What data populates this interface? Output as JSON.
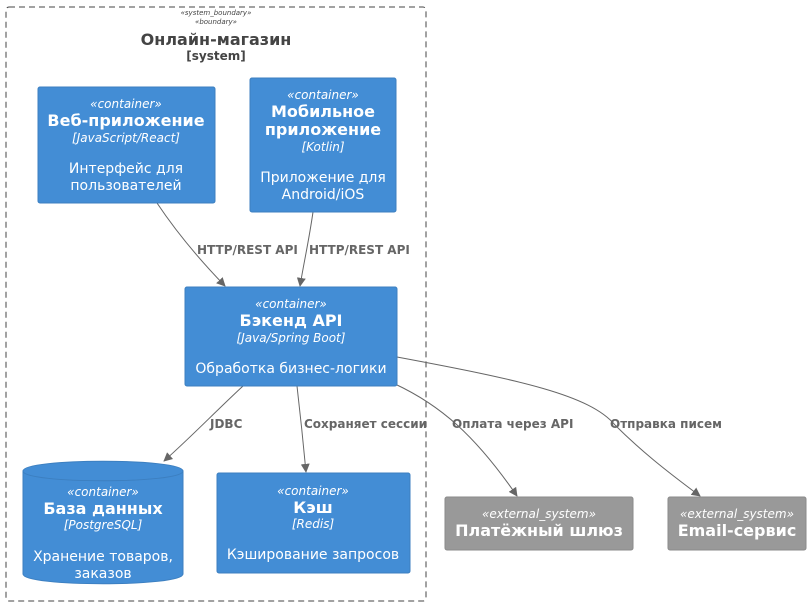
{
  "colors": {
    "container": "#438DD5",
    "container_border": "#3C7FC0",
    "external": "#999999",
    "external_border": "#8A8A8A",
    "edge": "#666666",
    "boundary": "#444444"
  },
  "boundary": {
    "stereotype1": "«system_boundary»",
    "stereotype2": "«boundary»",
    "title": "Онлайн-магазин",
    "subtitle": "[system]"
  },
  "nodes": {
    "web": {
      "stereotype": "«container»",
      "title": "Веб-приложение",
      "tech": "[JavaScript/React]",
      "desc1": "Интерфейс для",
      "desc2": "пользователей"
    },
    "mobile": {
      "stereotype": "«container»",
      "title1": "Мобильное",
      "title2": "приложение",
      "tech": "[Kotlin]",
      "desc1": "Приложение для",
      "desc2": "Android/iOS"
    },
    "backend": {
      "stereotype": "«container»",
      "title": "Бэкенд API",
      "tech": "[Java/Spring Boot]",
      "desc": "Обработка бизнес-логики"
    },
    "db": {
      "stereotype": "«container»",
      "title": "База данных",
      "tech": "[PostgreSQL]",
      "desc1": "Хранение товаров,",
      "desc2": "заказов"
    },
    "cache": {
      "stereotype": "«container»",
      "title": "Кэш",
      "tech": "[Redis]",
      "desc": "Кэширование запросов"
    },
    "payment": {
      "stereotype": "«external_system»",
      "title": "Платёжный шлюз"
    },
    "email": {
      "stereotype": "«external_system»",
      "title": "Email-сервис"
    }
  },
  "edges": {
    "web_backend": "HTTP/REST API",
    "mobile_backend": "HTTP/REST API",
    "backend_db": "JDBC",
    "backend_cache": "Сохраняет сессии",
    "backend_payment": "Оплата через API",
    "backend_email": "Отправка писем"
  }
}
